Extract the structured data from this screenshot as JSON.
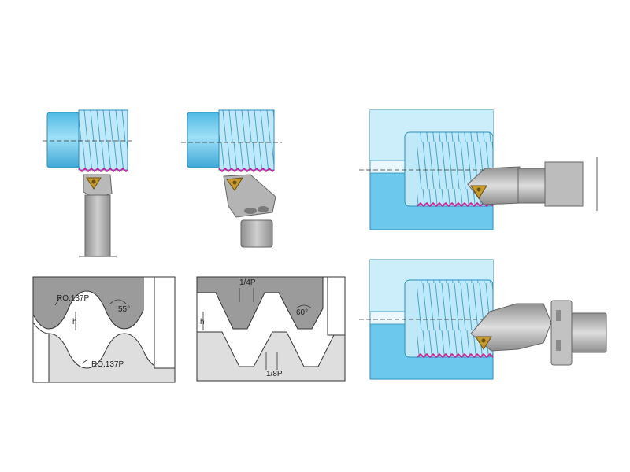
{
  "colors": {
    "workpiece": "#5ec8ee",
    "workpiece_light": "#a9def5",
    "bore_light": "#cbeefa",
    "thread_edge": "#d11c9e",
    "tool_gray": "#a7a7a7",
    "tool_light": "#d4d4d4",
    "insert_gold": "#c59a2d",
    "profile_dark": "#9b9b9b",
    "profile_light": "#dedede"
  },
  "whitworth_profile": {
    "radius_label_top": "RO.137P",
    "radius_label_bottom": "RO.137P",
    "angle_label": "55°",
    "height_label": "h"
  },
  "iso_profile": {
    "crest_label": "1/4P",
    "root_label": "1/8P",
    "angle_label": "60°",
    "height_label": "h"
  }
}
